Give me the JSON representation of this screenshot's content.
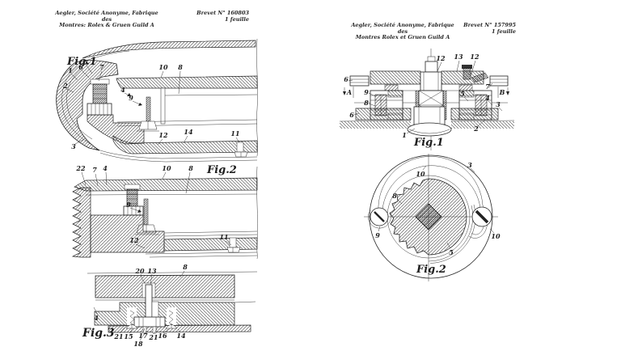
{
  "page": {
    "background": "#ffffff",
    "ink": "#1f1f1f"
  },
  "left_sheet": {
    "header": {
      "company_line1": "Aegler, Société Anonyme, Fabrique des",
      "company_line2": "Montres: Rolex & Gruen Guild A",
      "patent_number": "Brevet N° 160803",
      "sheet_note": "1 feuille"
    },
    "fig1": {
      "caption": "Fig.1",
      "parts": {
        "n1": "1",
        "n2": "2",
        "n3": "3",
        "n4": "4",
        "n5": "5",
        "n6": "6",
        "n7": "7",
        "n8": "8",
        "n9": "9",
        "n10": "10",
        "n11": "11",
        "n12": "12",
        "n14": "14"
      }
    },
    "fig2": {
      "caption": "Fig.2",
      "parts": {
        "n22": "22",
        "n7": "7",
        "n4": "4",
        "n10": "10",
        "n8": "8",
        "n9": "9",
        "n12": "12",
        "n11": "11"
      }
    },
    "fig3": {
      "caption": "Fig.3",
      "parts": {
        "n20": "20",
        "n13": "13",
        "n8": "8",
        "n4": "4",
        "n21a": "21",
        "n15": "15",
        "n18": "18",
        "n17": "17",
        "n21b": "21",
        "n16": "16",
        "n14": "14"
      }
    }
  },
  "right_sheet": {
    "header": {
      "company_line1": "Aegler, Société Anonyme, Fabrique des",
      "company_line2": "Montres Rolex et Gruen Guild A",
      "patent_number": "Brevet N° 157995",
      "sheet_note": "1 feuille"
    },
    "fig1": {
      "caption": "Fig.1",
      "parts": {
        "n12a": "12",
        "n13": "13",
        "n12b": "12",
        "n6a": "6",
        "nA": "A",
        "n9": "9",
        "n8": "8",
        "n6b": "6",
        "n7": "7",
        "nB": "B",
        "n5": "5",
        "n4": "4",
        "n3": "3",
        "n2": "2",
        "n1": "1"
      }
    },
    "fig2": {
      "caption": "Fig.2",
      "parts": {
        "n3": "3",
        "n10a": "10",
        "n8": "8",
        "n9": "9",
        "n5": "5",
        "n10b": "10"
      }
    }
  }
}
